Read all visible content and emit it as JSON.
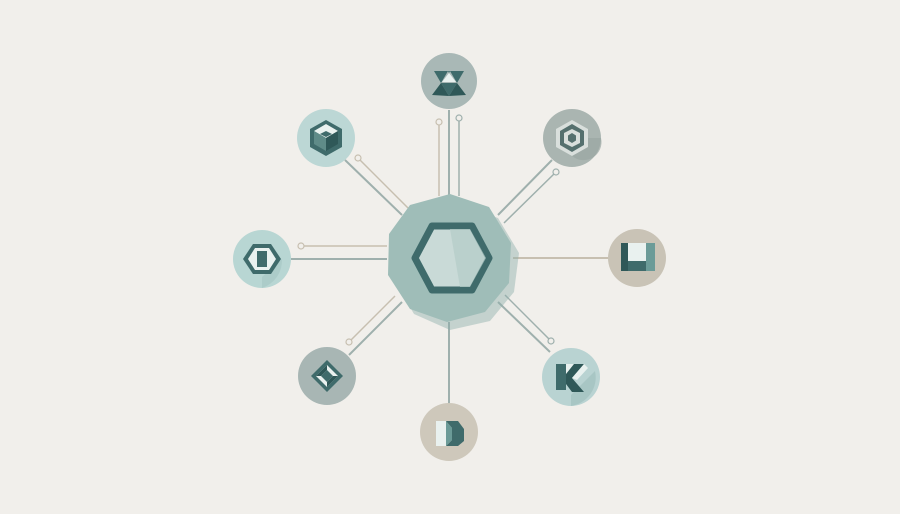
{
  "diagram": {
    "type": "hub-and-spoke",
    "hub": {
      "icon": "hexagon-outline-icon",
      "fill": "#9fbdb8",
      "stroke": "#3f6b6b"
    },
    "nodes": [
      {
        "id": "top",
        "icon": "triangle-cluster-icon",
        "fill": "#a9b8b6"
      },
      {
        "id": "top-right",
        "icon": "nested-hexagon-icon",
        "fill": "#aab5b1"
      },
      {
        "id": "right",
        "icon": "folded-square-icon",
        "fill": "#c9c3b6"
      },
      {
        "id": "bottom-right",
        "icon": "split-diamond-icon",
        "fill": "#b9d3d2"
      },
      {
        "id": "bottom",
        "icon": "folded-ribbon-icon",
        "fill": "#cec8bb"
      },
      {
        "id": "bottom-left",
        "icon": "interlocked-diamond-icon",
        "fill": "#a8b6b4"
      },
      {
        "id": "left",
        "icon": "hexagon-ring-icon",
        "fill": "#b8d6d3"
      },
      {
        "id": "top-left",
        "icon": "isometric-cube-icon",
        "fill": "#bcd7d5"
      }
    ],
    "colors": {
      "background": "#f1efeb",
      "connector": "#9fb0ad",
      "connector_tan": "#c7bfb0",
      "icon_dark": "#3f6b6b",
      "icon_light": "#e9f1ef"
    }
  }
}
